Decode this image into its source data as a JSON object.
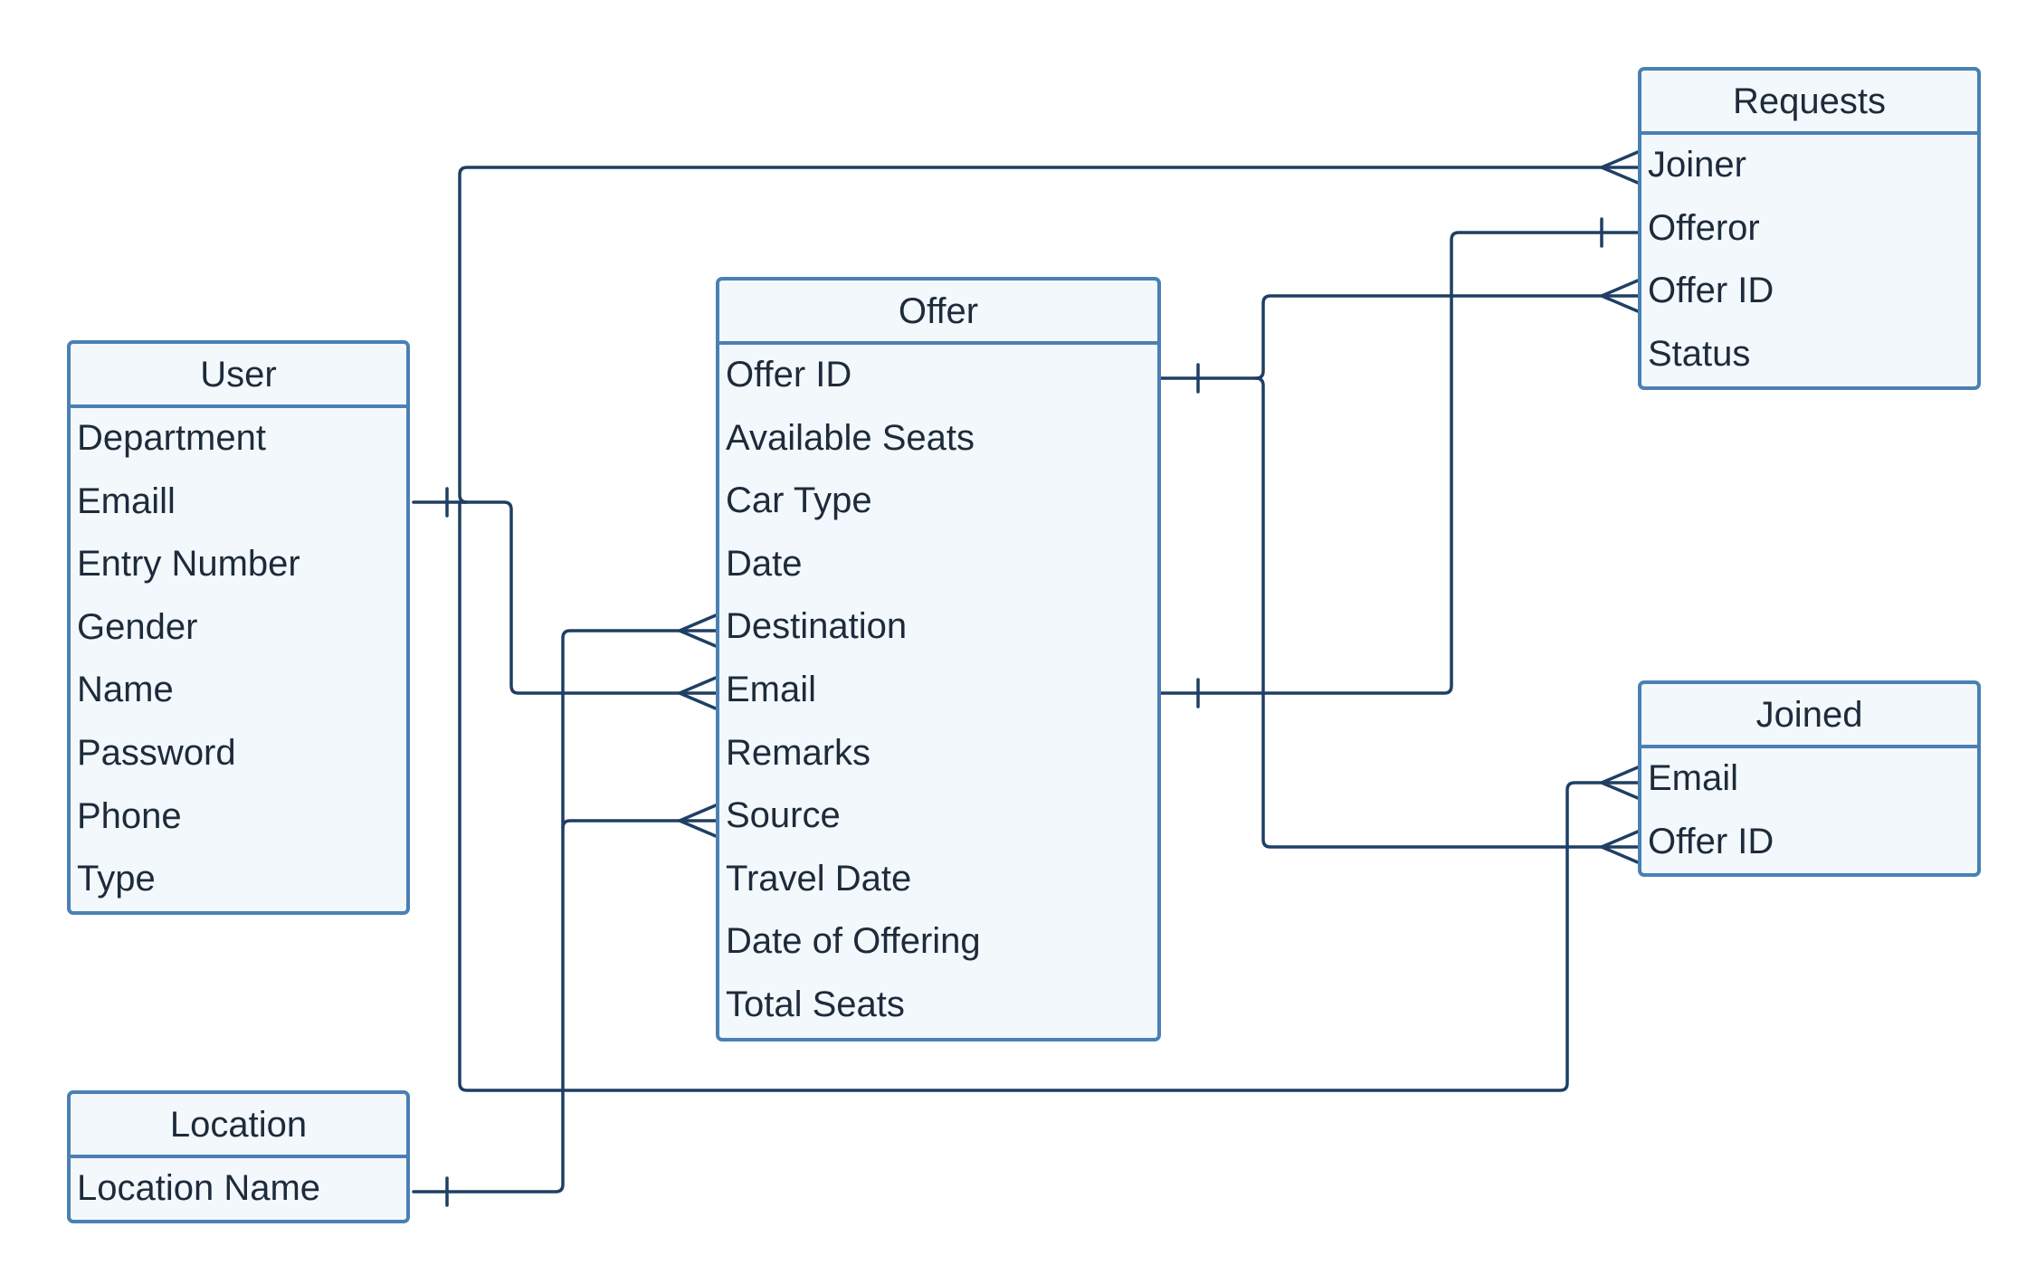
{
  "entities": {
    "user": {
      "title": "User",
      "fields": [
        "Department",
        "Emaill",
        "Entry Number",
        "Gender",
        "Name",
        "Password",
        "Phone",
        "Type"
      ]
    },
    "location": {
      "title": "Location",
      "fields": [
        "Location Name"
      ]
    },
    "offer": {
      "title": "Offer",
      "fields": [
        "Offer ID",
        "Available Seats",
        "Car Type",
        "Date",
        "Destination",
        "Email",
        "Remarks",
        "Source",
        "Travel Date",
        "Date of Offering",
        "Total Seats"
      ]
    },
    "requests": {
      "title": "Requests",
      "fields": [
        "Joiner",
        "Offeror",
        "Offer ID",
        "Status"
      ]
    },
    "joined": {
      "title": "Joined",
      "fields": [
        "Email",
        "Offer ID"
      ]
    }
  },
  "relationships": [
    {
      "from": "User.Emaill",
      "to": "Requests.Joiner",
      "from_card": "one",
      "to_card": "many"
    },
    {
      "from": "User.Emaill",
      "to": "Offer.Email",
      "from_card": "one",
      "to_card": "many"
    },
    {
      "from": "User.Emaill",
      "to": "Joined.Email",
      "from_card": "one",
      "to_card": "many"
    },
    {
      "from": "Location.Location Name",
      "to": "Offer.Destination",
      "from_card": "one",
      "to_card": "many"
    },
    {
      "from": "Location.Location Name",
      "to": "Offer.Source",
      "from_card": "one",
      "to_card": "many"
    },
    {
      "from": "Offer.Offer ID",
      "to": "Requests.Offer ID",
      "from_card": "one",
      "to_card": "many"
    },
    {
      "from": "Offer.Offer ID",
      "to": "Joined.Offer ID",
      "from_card": "one",
      "to_card": "many"
    },
    {
      "from": "Offer.Email",
      "to": "Requests.Offeror",
      "from_card": "one",
      "to_card": "one"
    }
  ],
  "colors": {
    "border": "#4a80b4",
    "fill": "#f3f8fd",
    "line": "#1f3f63",
    "text": "#1d2b3a"
  }
}
